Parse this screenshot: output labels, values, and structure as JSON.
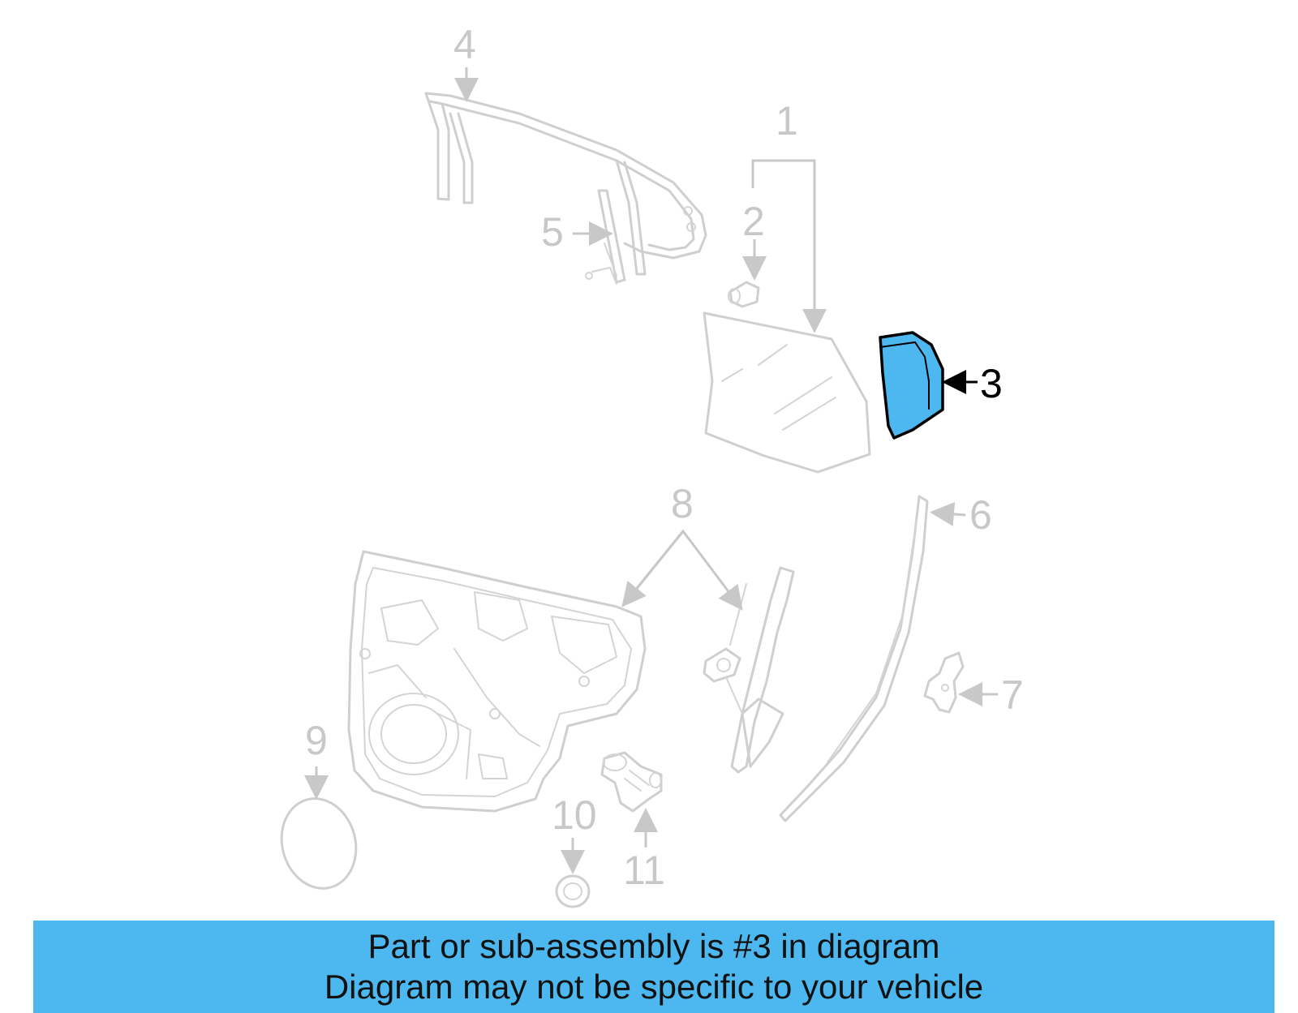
{
  "callouts": {
    "c1": "1",
    "c2": "2",
    "c3": "3",
    "c4": "4",
    "c5": "5",
    "c6": "6",
    "c7": "7",
    "c8": "8",
    "c9": "9",
    "c10": "10",
    "c11": "11"
  },
  "highlight": {
    "part_number": "3",
    "fill_color": "#4db8ef"
  },
  "banner": {
    "line1": "Part or sub-assembly is #3 in diagram",
    "line2": "Diagram may not be specific to your vehicle",
    "background": "#4db8ef"
  }
}
